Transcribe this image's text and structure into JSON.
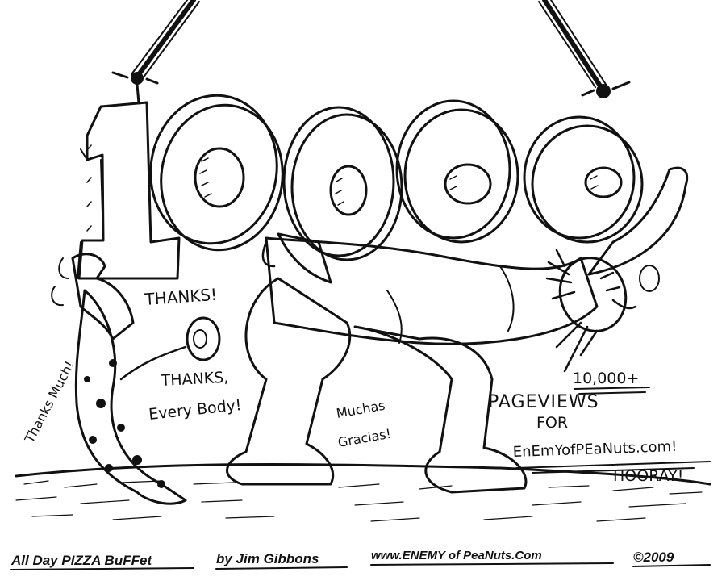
{
  "comic": {
    "big_number": "10000",
    "speech": {
      "thanks": "THANKS!",
      "thanks_everybody_line1": "THANKS,",
      "thanks_everybody_line2": "Every Body!",
      "thanks_much": "Thanks Much!",
      "muchas_line1": "Muchas",
      "muchas_line2": "Gracias!"
    },
    "announcement": {
      "line1": "10,000+",
      "line2": "PAGEVIEWS",
      "line3": "FOR",
      "line4": "EnEmYofPEaNuts.com!",
      "line5": "HOORAY!"
    },
    "footer": {
      "title": "All Day PIZZA BuFFet",
      "author": "by Jim Gibbons",
      "website": "www.ENEMY of PeaNuts.Com",
      "copyright": "©2009"
    }
  }
}
